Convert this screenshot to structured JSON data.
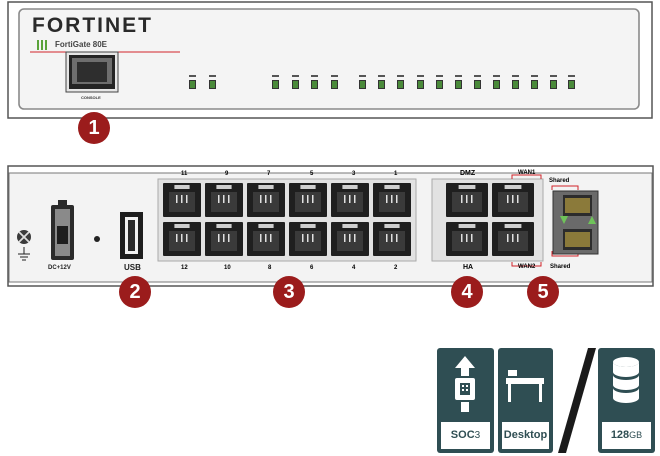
{
  "front": {
    "brand": "FORTINET",
    "model": "FortiGate 80E",
    "console_label": "CONSOLE"
  },
  "back": {
    "power_label": "DC+12V",
    "usb_label": "USB",
    "ports_top": [
      "11",
      "9",
      "7",
      "5",
      "3",
      "1"
    ],
    "ports_bottom": [
      "12",
      "10",
      "8",
      "6",
      "4",
      "2"
    ],
    "dmz_label": "DMZ",
    "ha_label": "HA",
    "wan1_label": "WAN1",
    "wan2_label": "WAN2",
    "shared_top": "Shared",
    "shared_bottom": "Shared"
  },
  "callouts": [
    "1",
    "2",
    "3",
    "4",
    "5"
  ],
  "features": [
    {
      "label": "SOC",
      "suffix": "3",
      "icon": "chip-icon"
    },
    {
      "label": "Desktop",
      "suffix": "",
      "icon": "desktop-icon"
    },
    {
      "label": "128",
      "suffix": "GB",
      "icon": "storage-icon"
    }
  ],
  "colors": {
    "callout": "#9b1c1c",
    "brand_red": "#d2232a",
    "feature_bg": "#2f4e53",
    "led": "#4a8a3a"
  }
}
